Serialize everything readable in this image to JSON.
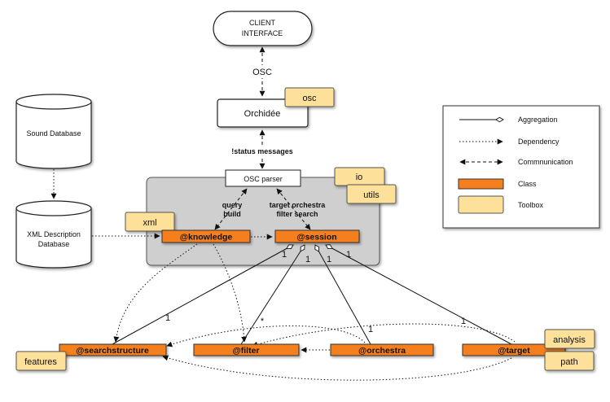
{
  "client": {
    "line1": "CLIENT",
    "line2": "INTERFACE"
  },
  "osc_label": "OSC",
  "orchidee": {
    "label": "Orchidée",
    "toolbox": "osc"
  },
  "status_label": "!status messages",
  "osc_parser": "OSC parser",
  "toolboxes": {
    "io": "io",
    "utils": "utils",
    "xml": "xml",
    "features": "features",
    "analysis": "analysis",
    "path": "path"
  },
  "sound_db": {
    "line1": "Sound Database"
  },
  "xml_db": {
    "line1": "XML Description",
    "line2": "Database"
  },
  "arrow_labels": {
    "query": {
      "line1": "query",
      "line2": "build"
    },
    "target": {
      "line1": "target orchestra",
      "line2": "filter search"
    }
  },
  "classes": {
    "knowledge": "@knowledge",
    "session": "@session",
    "searchstructure": "@searchstructure",
    "filter": "@filter",
    "orchestra": "@orchestra",
    "target": "@target"
  },
  "multiplicities": {
    "s1": "1",
    "s2": "1",
    "s3": "1",
    "s4": "1",
    "ss": "1",
    "filter": "*",
    "orchestra": "1",
    "target": "1"
  },
  "legend": {
    "aggregation": "Aggregation",
    "dependency": "Dependency",
    "communication": "Commnunication",
    "class": "Class",
    "toolbox": "Toolbox"
  },
  "colors": {
    "class_fill": "#f57f1c",
    "toolbox_fill": "#fde09a",
    "group_fill": "#cfcfcf"
  }
}
